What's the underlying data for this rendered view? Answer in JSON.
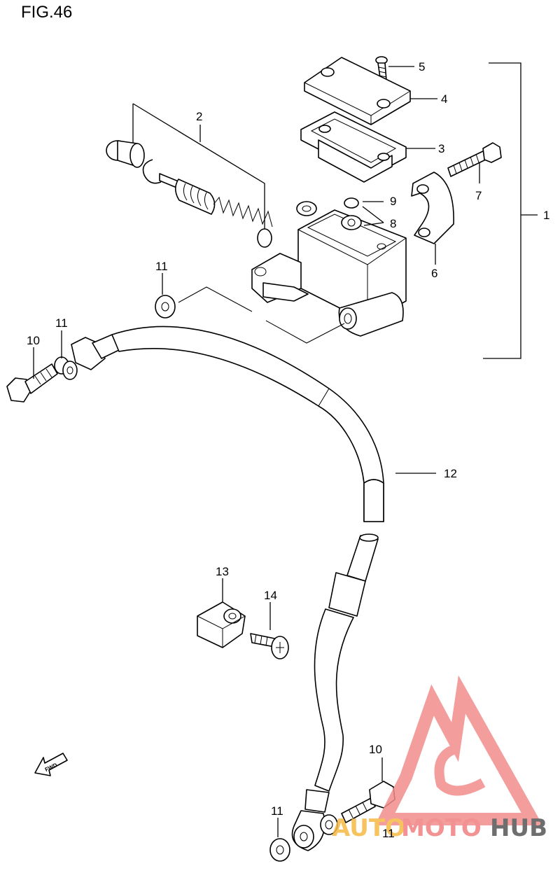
{
  "figure": {
    "title": "FIG.46"
  },
  "callouts": {
    "c1": "1",
    "c2": "2",
    "c3": "3",
    "c4": "4",
    "c5": "5",
    "c6": "6",
    "c7": "7",
    "c8": "8",
    "c9": "9",
    "c10a": "10",
    "c10b": "10",
    "c11a": "11",
    "c11b": "11",
    "c11c": "11",
    "c11d": "11",
    "c12": "12",
    "c13": "13",
    "c14": "14"
  },
  "fwd_arrow": {
    "label": "FWD",
    "icon": "fwd-arrow-icon"
  },
  "watermark": {
    "part1": "AUTO",
    "part2": "MOTO",
    "part3": "HUB",
    "colors": {
      "logo": "#f28c8c",
      "auto": "#f5b942",
      "moto": "#f08080",
      "hub": "#555555"
    }
  }
}
